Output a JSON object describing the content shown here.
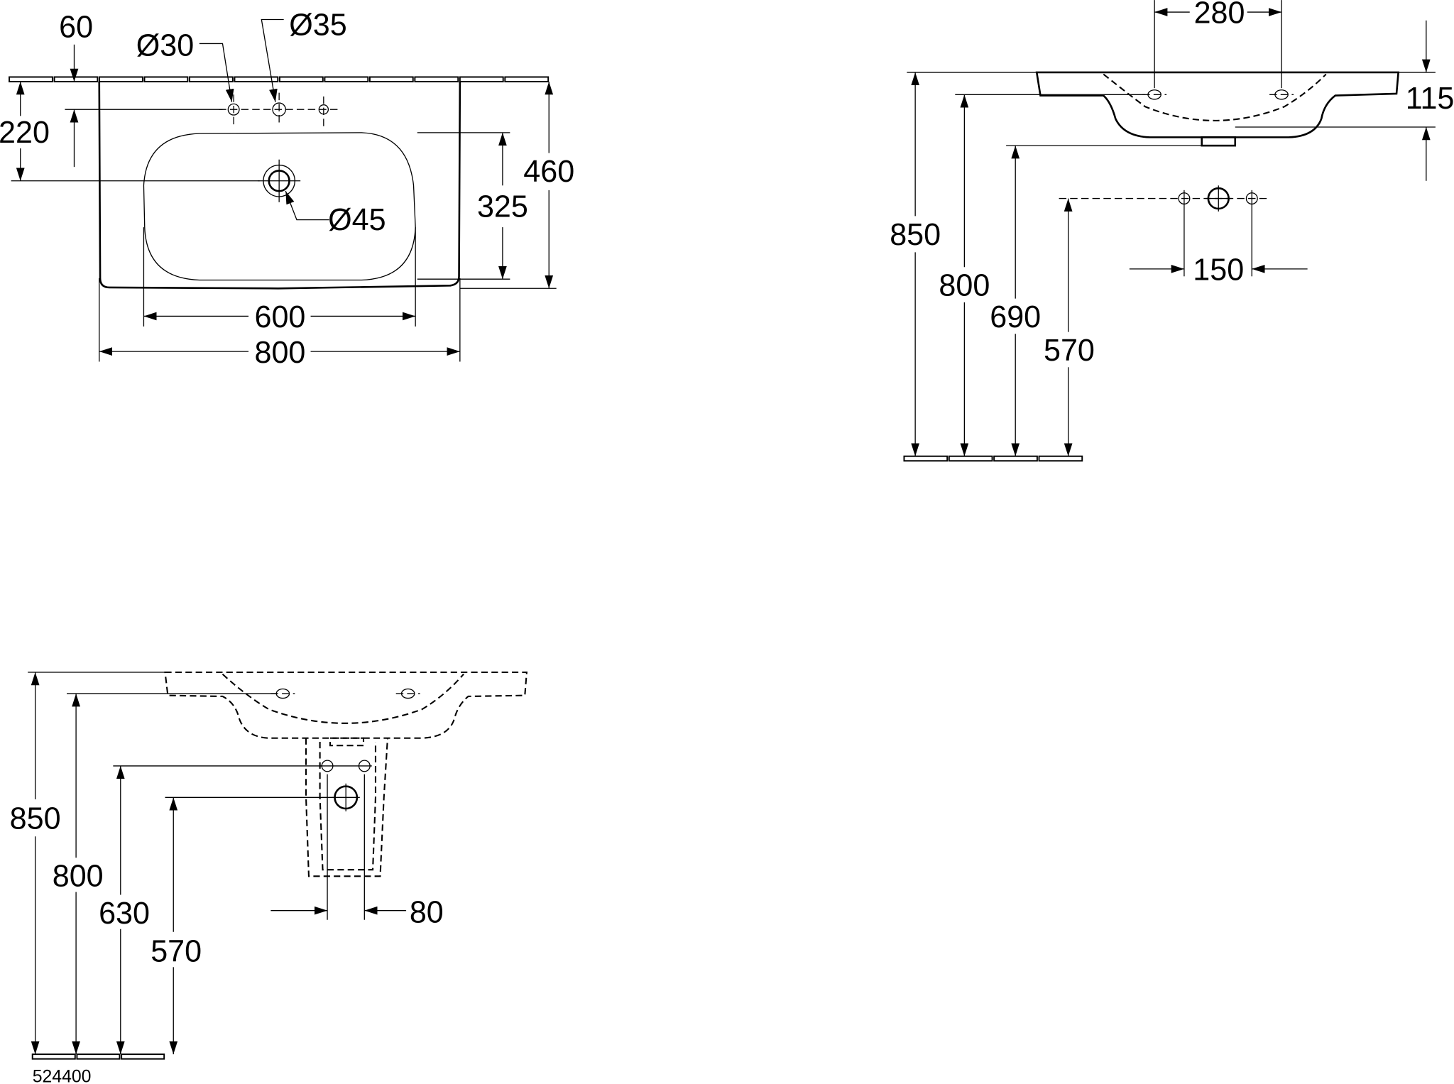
{
  "drawing_number": "524400",
  "top_view": {
    "dims": {
      "hole_offset": "60",
      "tap_hole_small": "Ø30",
      "tap_hole_main": "Ø35",
      "waste_distance": "220",
      "overall_depth": "460",
      "bowl_depth": "325",
      "waste": "Ø45",
      "bowl_width": "600",
      "overall_width": "800"
    }
  },
  "side_view": {
    "dims": {
      "hole_spacing": "280",
      "rim_height_thickness": "115",
      "rim_height": "850",
      "hole_height": "800",
      "bowl_bottom_height": "690",
      "connection_height": "570",
      "connection_spacing": "150"
    }
  },
  "pedestal_view": {
    "dims": {
      "rim_height": "850",
      "hole_height": "800",
      "supply_height": "630",
      "waste_height": "570",
      "supply_spacing": "80"
    }
  }
}
